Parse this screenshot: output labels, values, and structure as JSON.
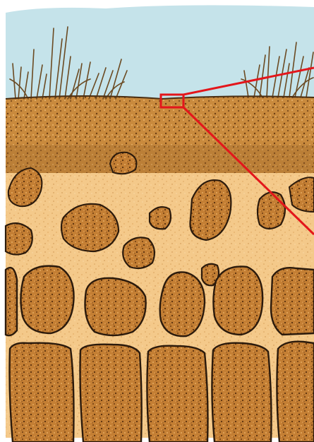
{
  "scene": {
    "subject": "soil-profile-illustration",
    "colors": {
      "sky": "#c5e3ea",
      "topsoil": "#c98a3d",
      "subsoil_matrix": "#f4c98a",
      "clod_fill": "#c47f34",
      "clod_outline": "#2b1a0c",
      "grass": "#6b4a22",
      "callout_line": "#e3161b"
    },
    "layers": [
      "sky",
      "grass",
      "topsoil",
      "subsoil-with-rounded-clods",
      "blocky-clods",
      "columnar-prisms"
    ],
    "callout": {
      "shape": "red-rectangle-with-leader-lines"
    }
  }
}
